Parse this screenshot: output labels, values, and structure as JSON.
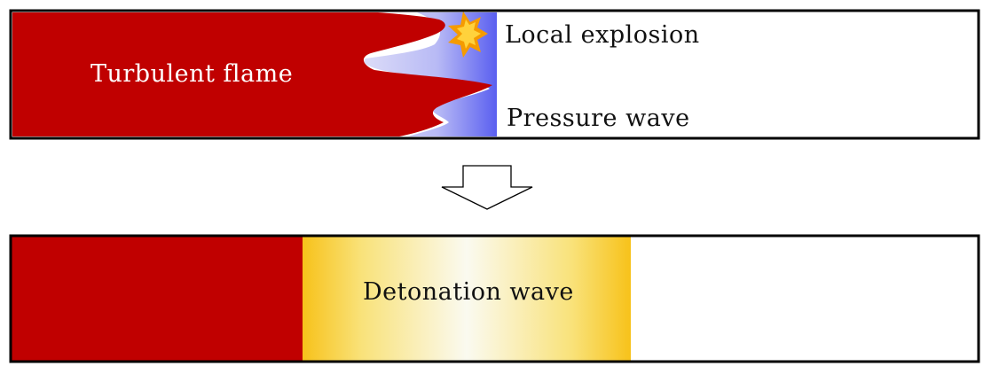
{
  "top_panel": {
    "flame_label": "Turbulent flame",
    "explosion_label": "Local explosion",
    "pressure_label": "Pressure wave"
  },
  "bottom_panel": {
    "detonation_label": "Detonation wave"
  },
  "colors": {
    "flame": "#c00000",
    "pressure_wave_start": "#dcdcf8",
    "pressure_wave_end": "#5a5ff0",
    "detonation_edge": "#f7c21a",
    "detonation_center": "#fafaf0",
    "explosion_outer": "#f59b00",
    "explosion_inner": "#ffd23c",
    "text_dark": "#111111",
    "text_light": "#ffffff",
    "border": "#000000"
  }
}
